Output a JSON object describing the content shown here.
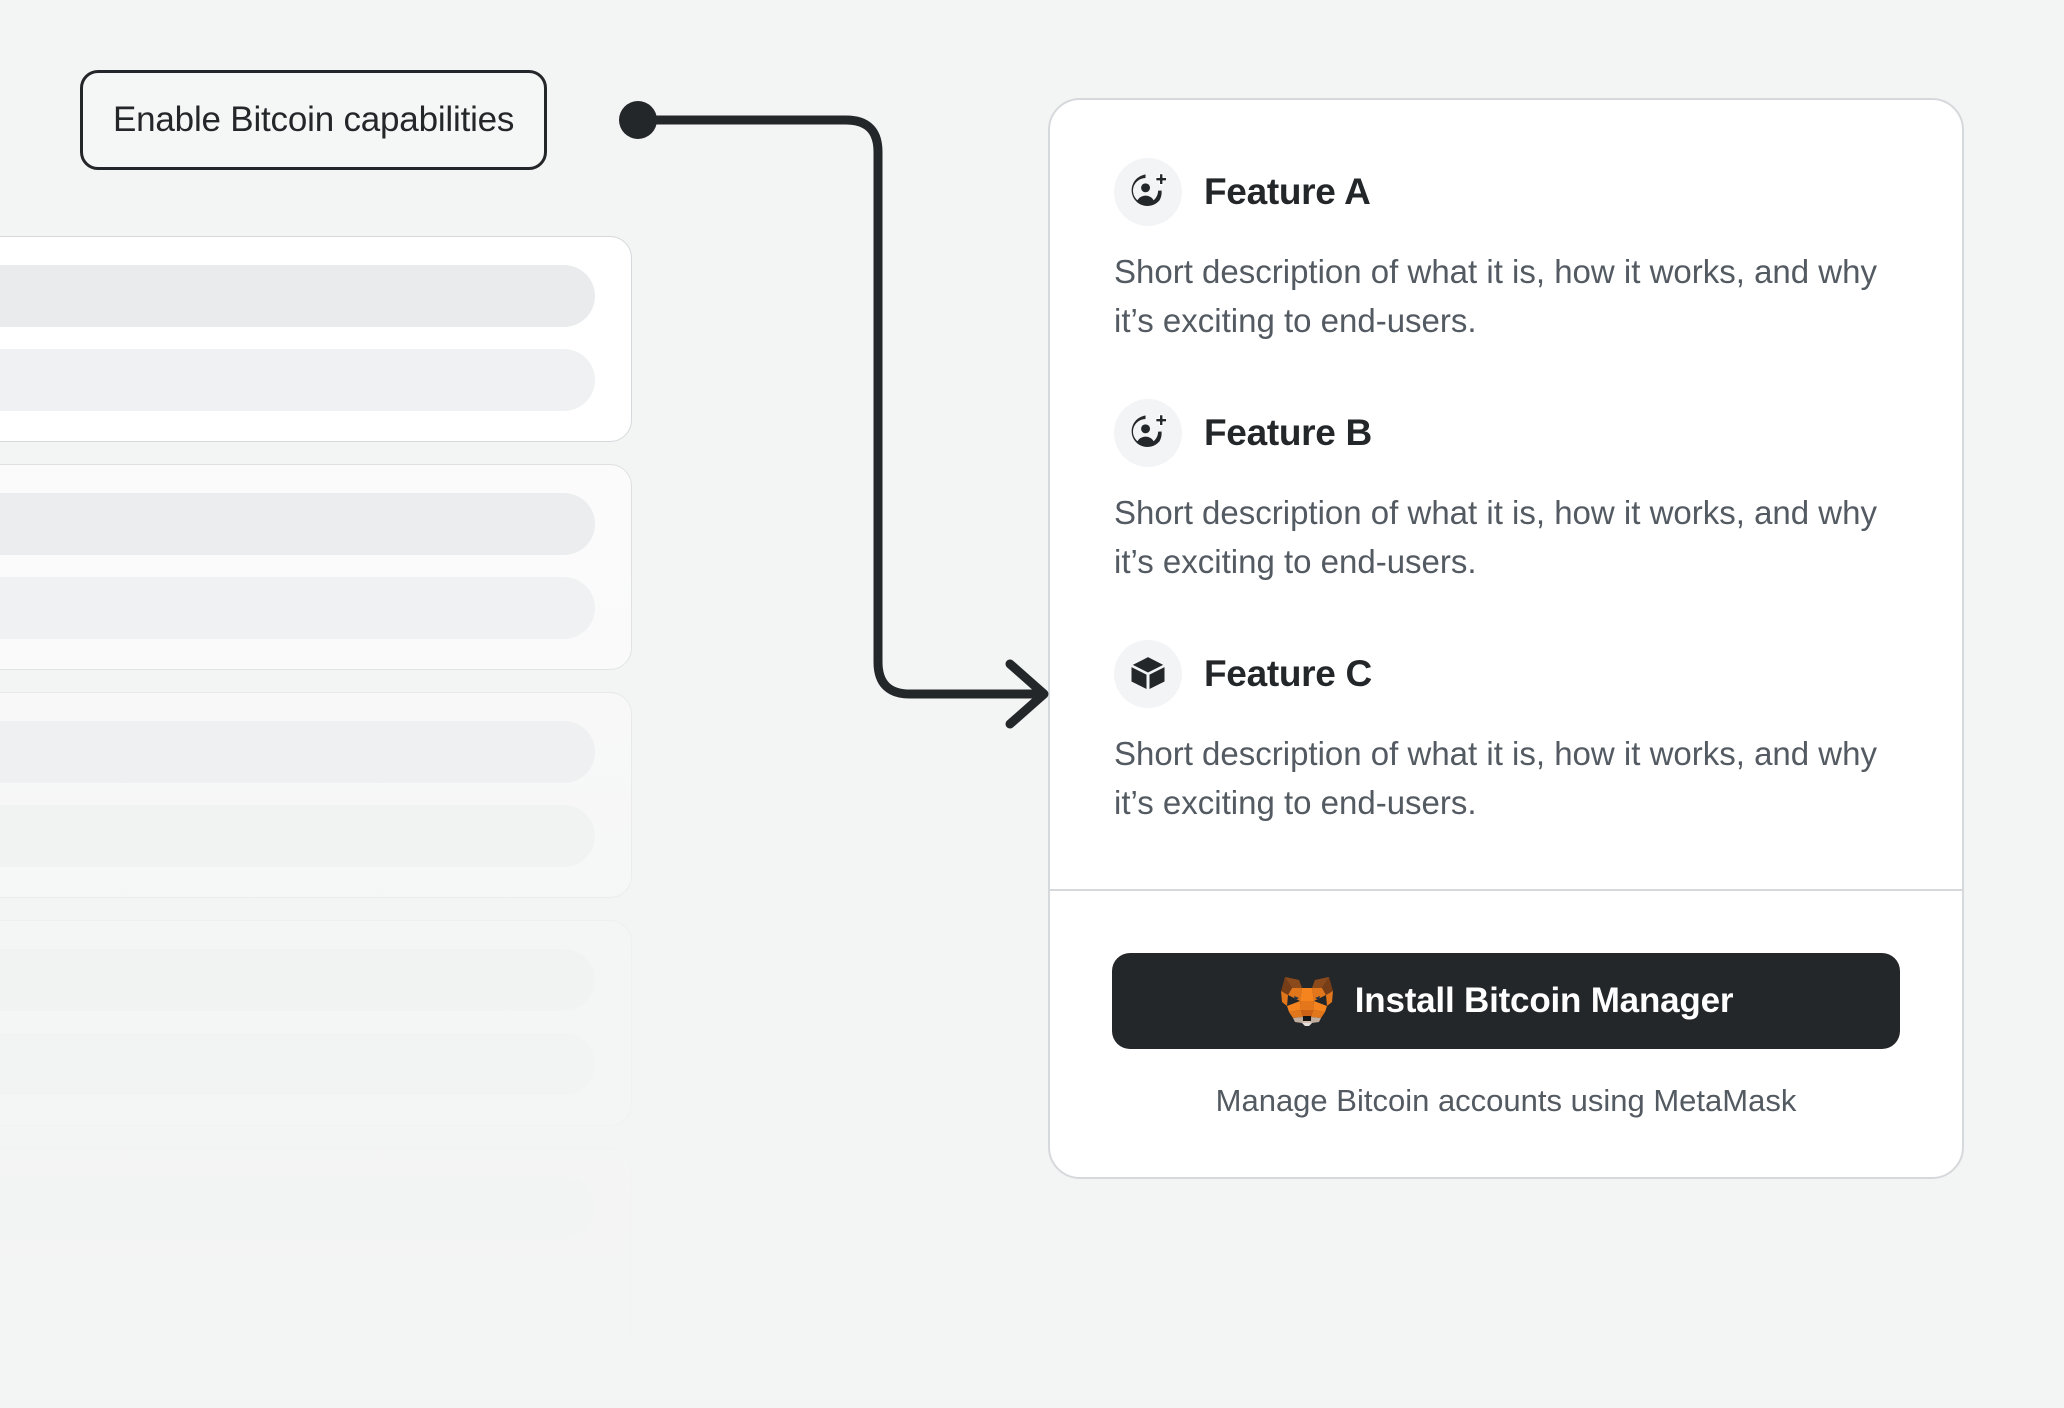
{
  "background_color": "#F3F4F4",
  "callout": {
    "label": "Enable Bitcoin capabilities",
    "border_color": "#24272A",
    "connector": {
      "icon": "arrow-right-icon",
      "color": "#24272A",
      "dot": "connector-dot"
    }
  },
  "skeleton": {
    "card_count": 5,
    "bars_per_card": 2
  },
  "card": {
    "border_color": "#D6D9DC",
    "background": "#FFFFFF",
    "features": [
      {
        "icon": "user-plus-icon",
        "title": "Feature A",
        "description": "Short description of what it is, how it works, and why it’s exciting to end-users."
      },
      {
        "icon": "user-plus-icon",
        "title": "Feature B",
        "description": "Short description of what it is, how it works, and why it’s exciting to end-users."
      },
      {
        "icon": "cube-icon",
        "title": "Feature C",
        "description": "Short description of what it is, how it works, and why it’s exciting to end-users."
      }
    ],
    "footer": {
      "install_button": {
        "label": "Install Bitcoin Manager",
        "icon": "metamask-fox-icon",
        "background": "#24272A",
        "text_color": "#FFFFFF"
      },
      "note": "Manage Bitcoin accounts using MetaMask"
    }
  },
  "colors": {
    "text_primary": "#24272A",
    "text_secondary": "#535A61",
    "icon_bubble": "#F2F4F6",
    "fox_orange": "#E2761B",
    "fox_orange_light": "#F5841F",
    "fox_brown": "#763D16",
    "fox_muzzle": "#D7C1B3"
  }
}
